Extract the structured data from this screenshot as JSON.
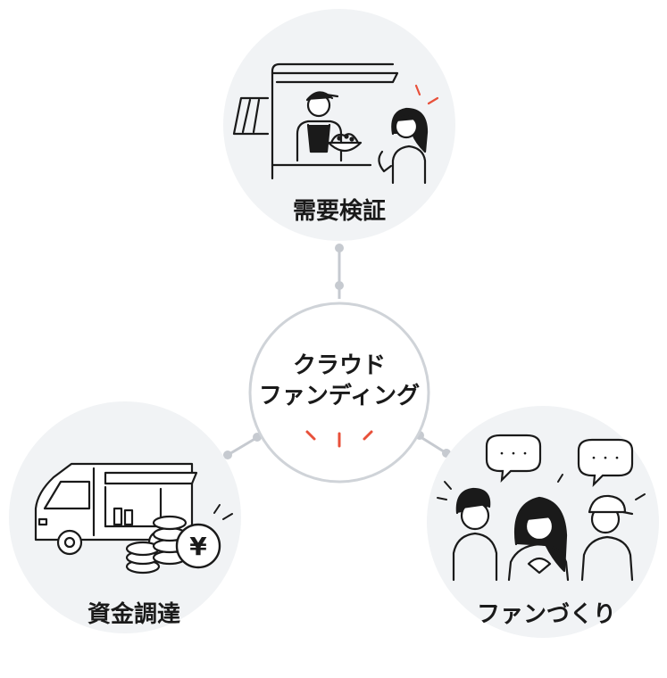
{
  "center": {
    "line1": "クラウド",
    "line2": "ファンディング"
  },
  "nodes": {
    "top": {
      "label": "需要検証"
    },
    "left": {
      "label": "資金調達"
    },
    "right": {
      "label": "ファンづくり"
    }
  },
  "currency_symbol": "¥",
  "speech_bubble_text": "・・・",
  "colors": {
    "circle_fill": "#f1f3f5",
    "center_stroke": "#cfd3d8",
    "connector": "#c6cad0",
    "ink": "#1a1a1a",
    "accent": "#e8503a"
  }
}
